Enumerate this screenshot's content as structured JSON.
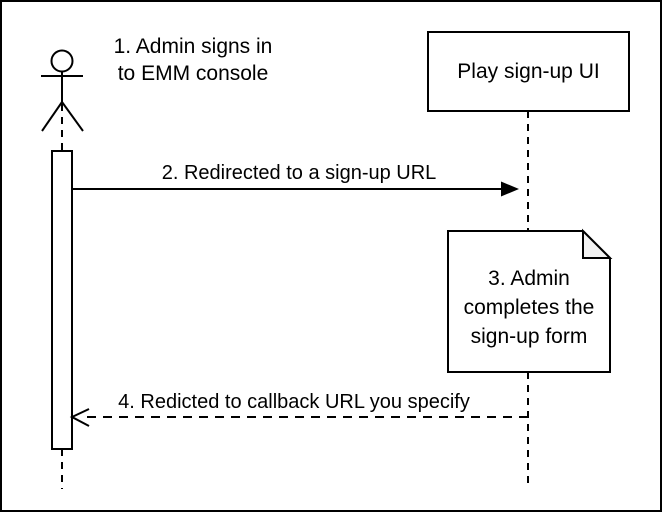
{
  "actor": {
    "label_lines": [
      "1. Admin signs in",
      "to EMM console"
    ]
  },
  "play_box": {
    "label": "Play sign-up UI"
  },
  "messages": {
    "redirect_label": "2. Redirected to a sign-up URL",
    "callback_label": "4. Redicted to callback URL you specify"
  },
  "note": {
    "lines": [
      "3. Admin",
      "completes the",
      "sign-up form"
    ]
  },
  "colors": {
    "stroke": "#000000",
    "background": "#ffffff",
    "note_fill": "#ffffff",
    "note_fold_fill": "#f2f2f2"
  }
}
